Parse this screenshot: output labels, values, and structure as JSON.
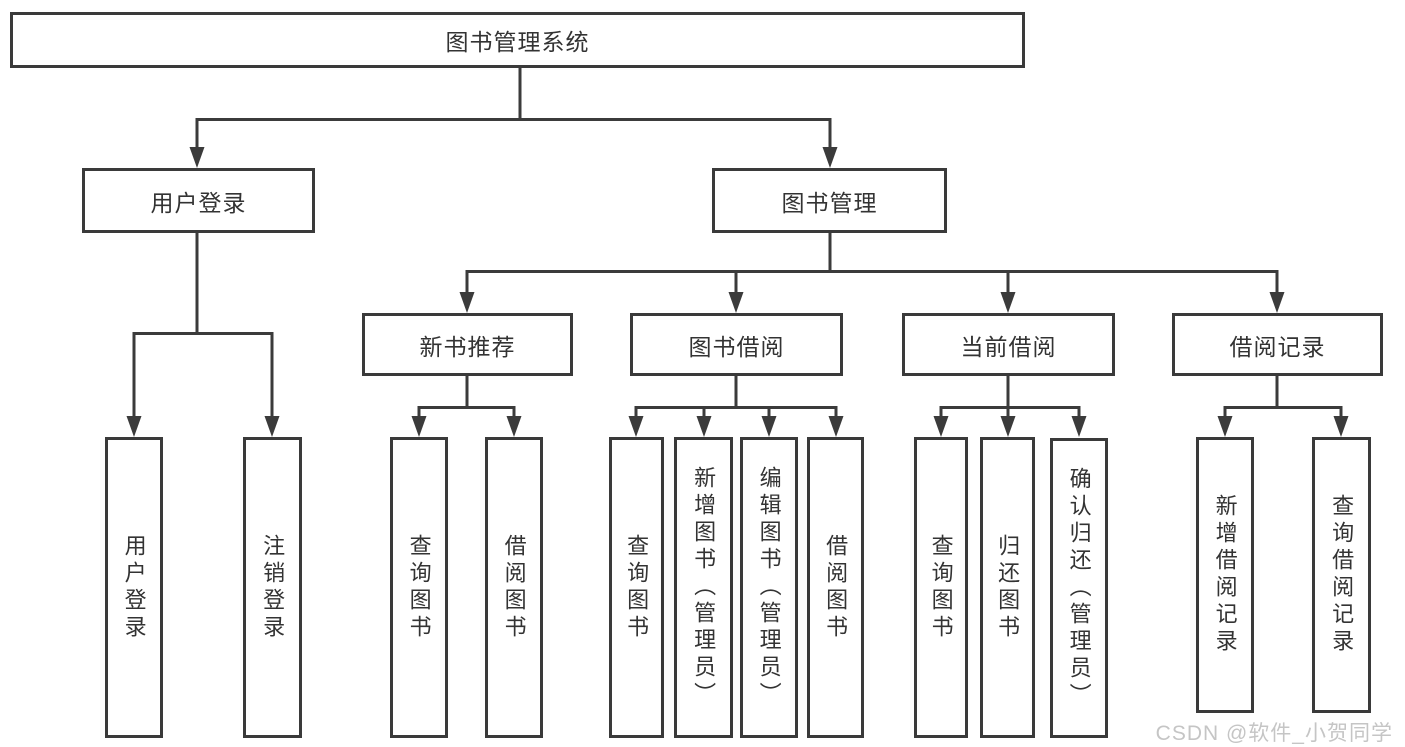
{
  "colors": {
    "line": "#3b3b3b",
    "box_border": "#3a3a3a",
    "text": "#333333",
    "watermark_text": "#c5c5c5",
    "background": "#ffffff"
  },
  "watermark": "CSDN @软件_小贺同学",
  "tree": {
    "label": "图书管理系统",
    "children": [
      {
        "label": "用户登录",
        "children": [
          {
            "label": "用户登录"
          },
          {
            "label": "注销登录"
          }
        ]
      },
      {
        "label": "图书管理",
        "children": [
          {
            "label": "新书推荐",
            "children": [
              {
                "label": "查询图书"
              },
              {
                "label": "借阅图书"
              }
            ]
          },
          {
            "label": "图书借阅",
            "children": [
              {
                "label": "查询图书"
              },
              {
                "label": "新增图书（管理员）"
              },
              {
                "label": "编辑图书（管理员）"
              },
              {
                "label": "借阅图书"
              }
            ]
          },
          {
            "label": "当前借阅",
            "children": [
              {
                "label": "查询图书"
              },
              {
                "label": "归还图书"
              },
              {
                "label": "确认归还（管理员）"
              }
            ]
          },
          {
            "label": "借阅记录",
            "children": [
              {
                "label": "新增借阅记录"
              },
              {
                "label": "查询借阅记录"
              }
            ]
          }
        ]
      }
    ]
  }
}
